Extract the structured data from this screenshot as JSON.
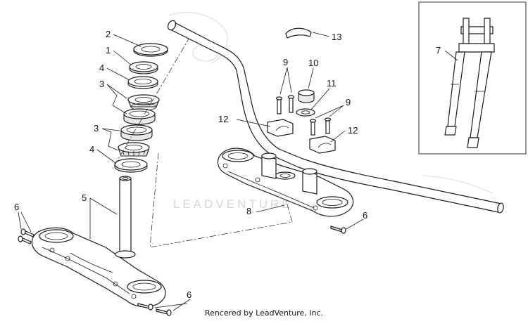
{
  "watermark": "LEADVENTURE",
  "credit": "Rencered by LeadVenture, Inc.",
  "callouts": [
    {
      "id": "c2",
      "text": "2"
    },
    {
      "id": "c1",
      "text": "1"
    },
    {
      "id": "c4a",
      "text": "4"
    },
    {
      "id": "c3a",
      "text": "3"
    },
    {
      "id": "c3b",
      "text": "3"
    },
    {
      "id": "c4b",
      "text": "4"
    },
    {
      "id": "c5",
      "text": "5"
    },
    {
      "id": "c6a",
      "text": "6"
    },
    {
      "id": "c6b",
      "text": "6"
    },
    {
      "id": "c6c",
      "text": "6"
    },
    {
      "id": "c7",
      "text": "7"
    },
    {
      "id": "c8",
      "text": "8"
    },
    {
      "id": "c9a",
      "text": "9"
    },
    {
      "id": "c9b",
      "text": "9"
    },
    {
      "id": "c10",
      "text": "10"
    },
    {
      "id": "c11",
      "text": "11"
    },
    {
      "id": "c12a",
      "text": "12"
    },
    {
      "id": "c12b",
      "text": "12"
    },
    {
      "id": "c13",
      "text": "13"
    }
  ]
}
